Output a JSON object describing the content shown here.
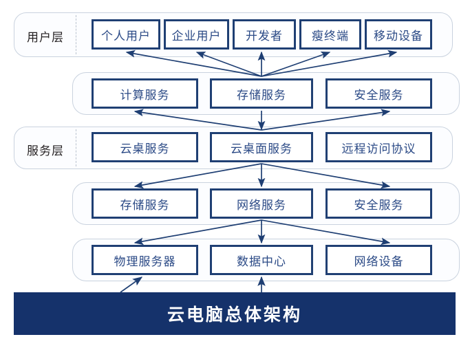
{
  "diagram": {
    "title": "云电脑总体架构",
    "accent_border": "#1f3f73",
    "accent_text": "#2b4a86",
    "banner_bg": "#15326b",
    "banner_text_color": "#ffffff",
    "container_border": "#c9d2de",
    "arrow_color": "#1f3f73"
  },
  "layers": [
    {
      "id": "user-layer",
      "label": "用户层",
      "has_label": true,
      "nodes": [
        {
          "id": "personal-user",
          "label": "个人用户"
        },
        {
          "id": "enterprise-user",
          "label": "企业用户"
        },
        {
          "id": "developer",
          "label": "开发者"
        },
        {
          "id": "thin-client",
          "label": "瘦终端"
        },
        {
          "id": "mobile-device",
          "label": "移动设备"
        }
      ]
    },
    {
      "id": "platform-service-layer",
      "label": "",
      "has_label": false,
      "nodes": [
        {
          "id": "compute-service",
          "label": "计算服务"
        },
        {
          "id": "storage-service",
          "label": "存储服务"
        },
        {
          "id": "security-service",
          "label": "安全服务"
        }
      ]
    },
    {
      "id": "service-layer",
      "label": "服务层",
      "has_label": true,
      "nodes": [
        {
          "id": "cloud-desk-service",
          "label": "云桌服务"
        },
        {
          "id": "cloud-desktop-service",
          "label": "云桌面服务"
        },
        {
          "id": "remote-access-protocol",
          "label": "远程访问协议"
        }
      ]
    },
    {
      "id": "resource-layer",
      "label": "",
      "has_label": false,
      "nodes": [
        {
          "id": "storage-service-2",
          "label": "存储服务"
        },
        {
          "id": "network-service",
          "label": "网络服务"
        },
        {
          "id": "security-service-2",
          "label": "安全服务"
        }
      ]
    },
    {
      "id": "infrastructure-layer",
      "label": "",
      "has_label": false,
      "nodes": [
        {
          "id": "physical-server",
          "label": "物理服务器"
        },
        {
          "id": "data-center",
          "label": "数据中心"
        },
        {
          "id": "network-device",
          "label": "网络设备"
        }
      ]
    }
  ],
  "banner": {
    "label": "云电脑总体架构"
  }
}
